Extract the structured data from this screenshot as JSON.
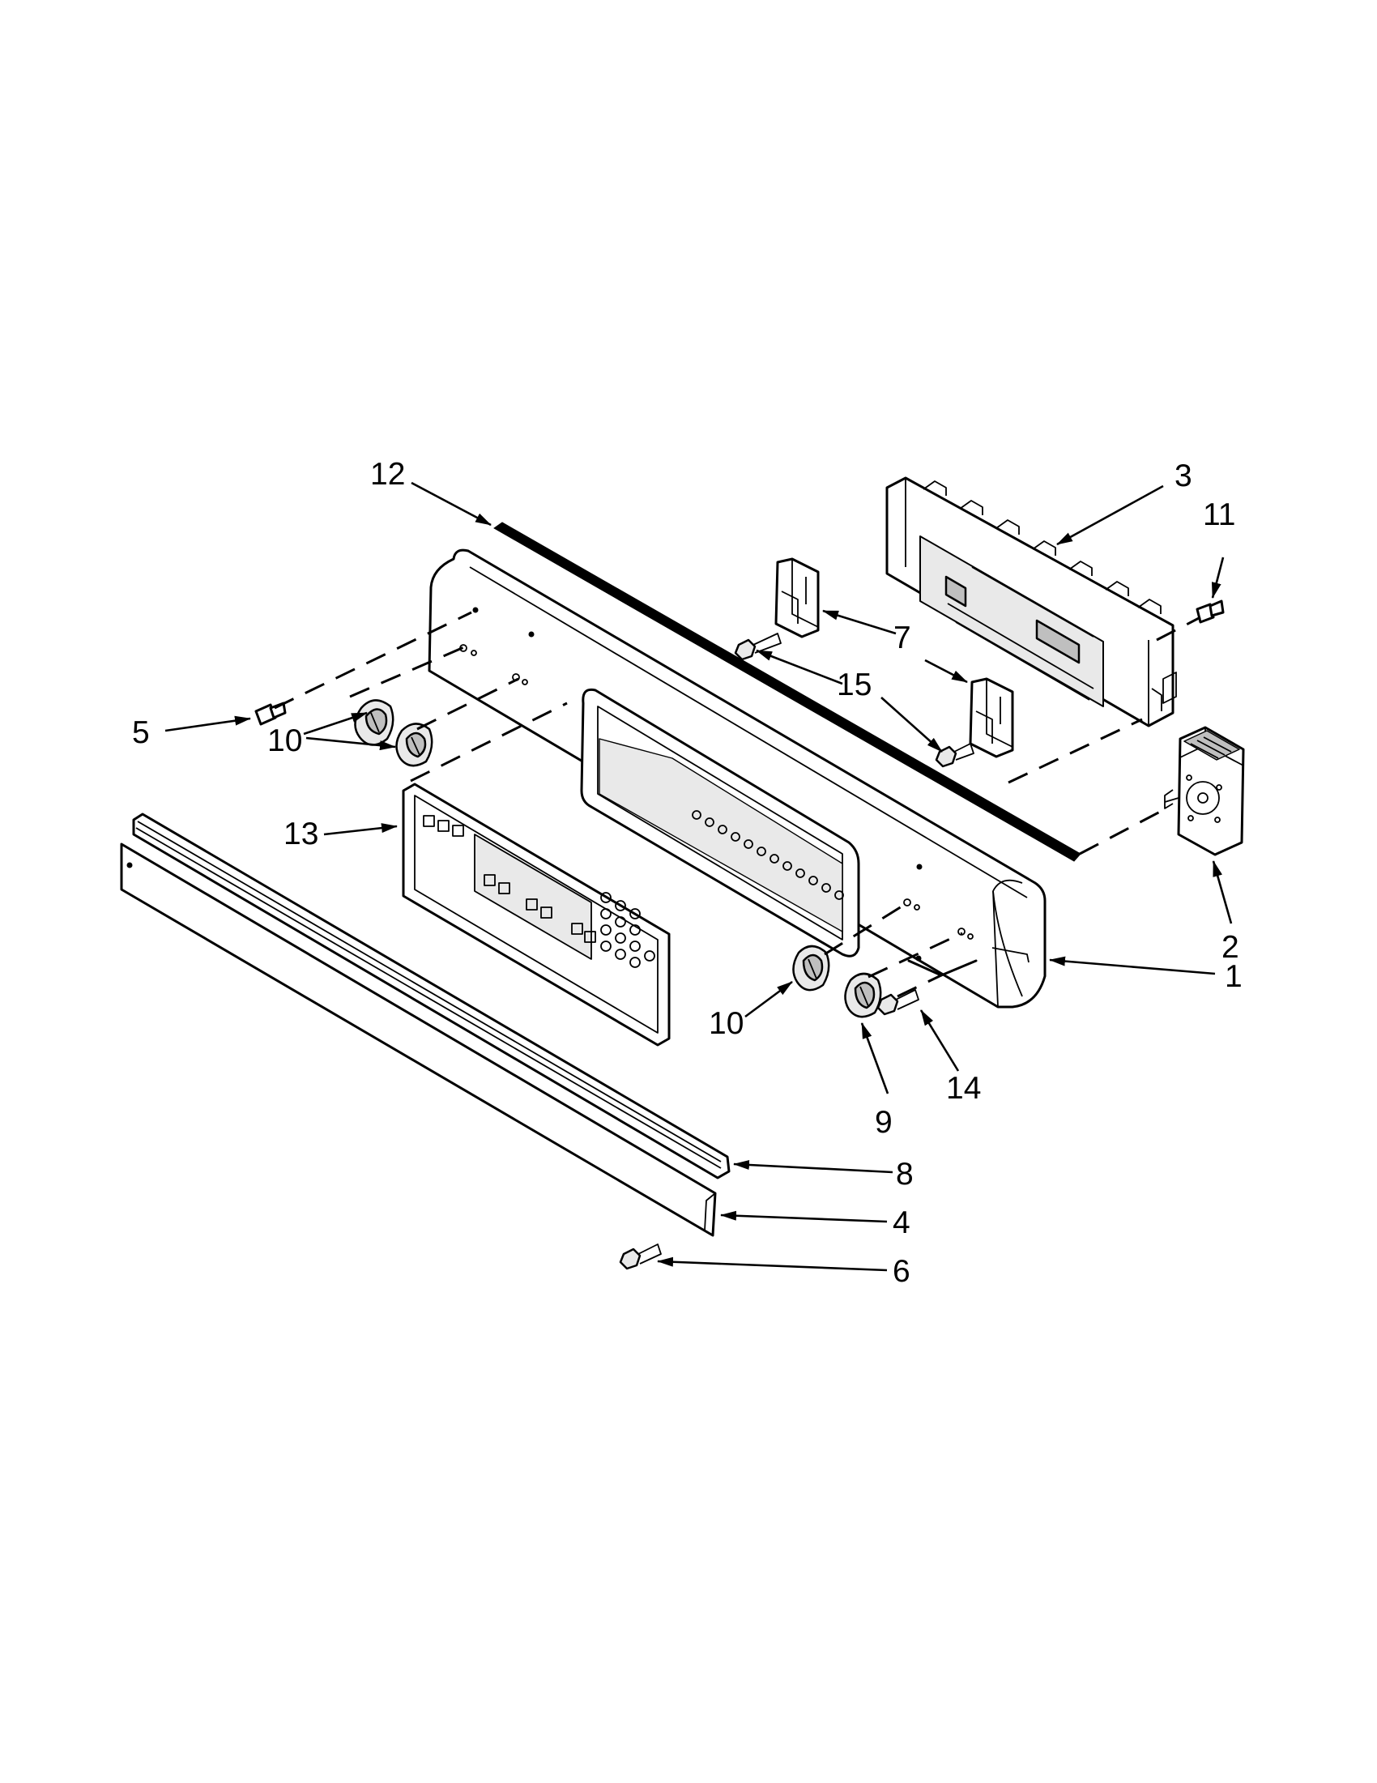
{
  "callouts": [
    {
      "id": "c12",
      "label": "12"
    },
    {
      "id": "c3",
      "label": "3"
    },
    {
      "id": "c11",
      "label": "11"
    },
    {
      "id": "c7",
      "label": "7"
    },
    {
      "id": "c15",
      "label": "15"
    },
    {
      "id": "c5",
      "label": "5"
    },
    {
      "id": "c10a",
      "label": "10"
    },
    {
      "id": "c13",
      "label": "13"
    },
    {
      "id": "c2",
      "label": "2"
    },
    {
      "id": "c1",
      "label": "1"
    },
    {
      "id": "c10b",
      "label": "10"
    },
    {
      "id": "c14",
      "label": "14"
    },
    {
      "id": "c9",
      "label": "9"
    },
    {
      "id": "c8",
      "label": "8"
    },
    {
      "id": "c4",
      "label": "4"
    },
    {
      "id": "c6",
      "label": "6"
    }
  ]
}
